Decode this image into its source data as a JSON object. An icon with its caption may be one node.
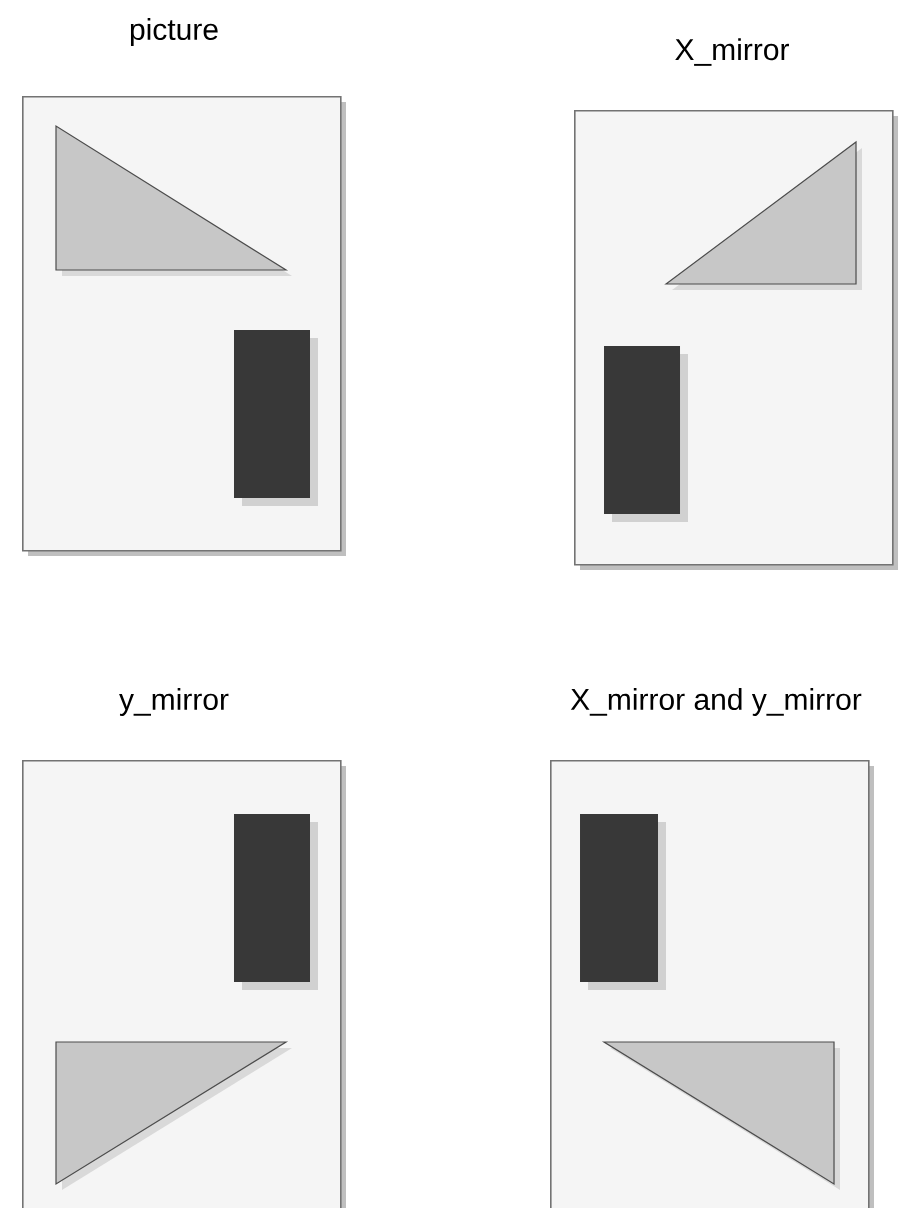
{
  "diagram": {
    "nodes": [
      {
        "text": [
          "picture"
        ]
      },
      {
        "text": [
          "X_mirror"
        ]
      },
      {
        "text": [
          "y_mirror"
        ]
      },
      {
        "text": [
          "X_mirror and y_mirror"
        ]
      }
    ]
  }
}
